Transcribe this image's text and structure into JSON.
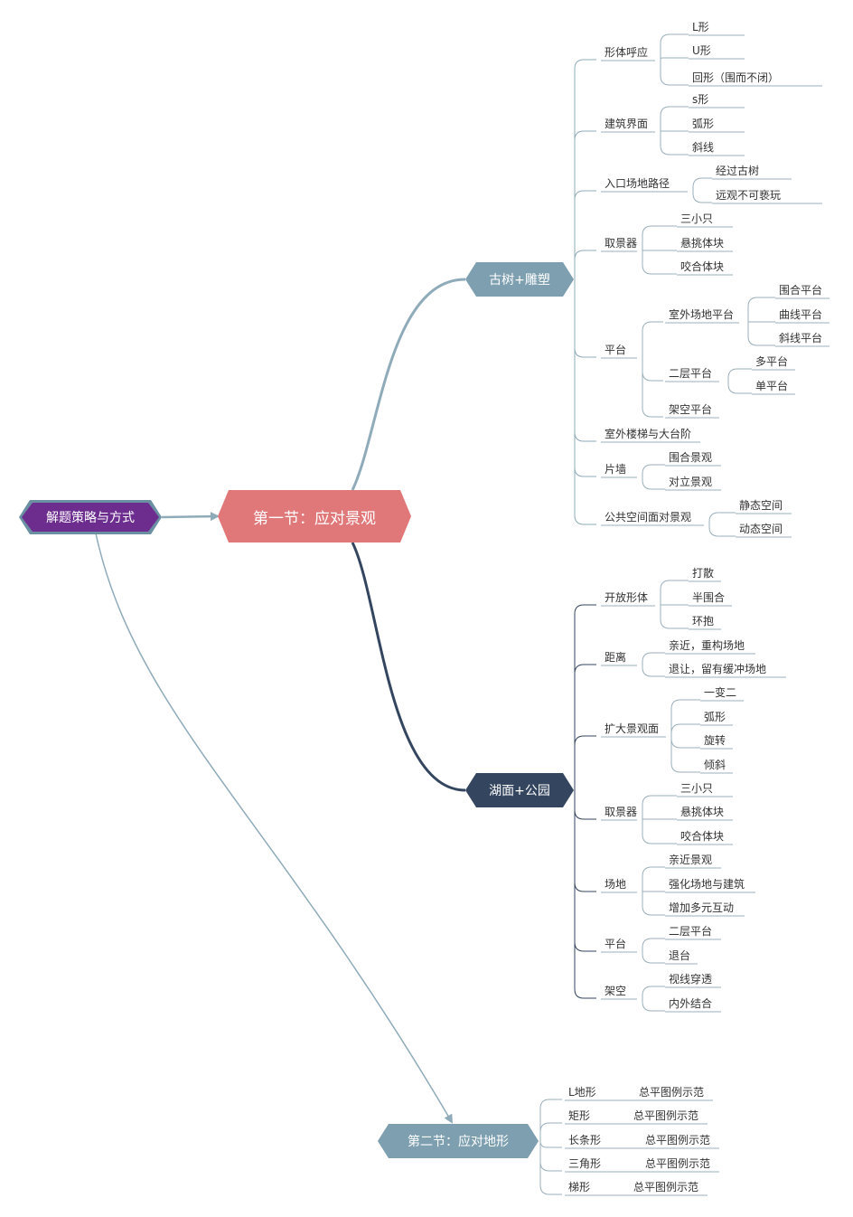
{
  "root": {
    "label": "解题策略与方式"
  },
  "section1": {
    "label": "第一节：应对景观",
    "branches": [
      {
        "label": "古树+雕塑",
        "items": [
          {
            "label": "形体呼应",
            "children": [
              {
                "label": "L形"
              },
              {
                "label": "U形"
              },
              {
                "label": "回形（围而不闭）"
              }
            ]
          },
          {
            "label": "建筑界面",
            "children": [
              {
                "label": "s形"
              },
              {
                "label": "弧形"
              },
              {
                "label": "斜线"
              }
            ]
          },
          {
            "label": "入口场地路径",
            "children": [
              {
                "label": "经过古树"
              },
              {
                "label": "远观不可亵玩"
              }
            ]
          },
          {
            "label": "取景器",
            "children": [
              {
                "label": "三小只"
              },
              {
                "label": "悬挑体块"
              },
              {
                "label": "咬合体块"
              }
            ]
          },
          {
            "label": "平台",
            "children": [
              {
                "label": "室外场地平台",
                "children": [
                  {
                    "label": "围合平台"
                  },
                  {
                    "label": "曲线平台"
                  },
                  {
                    "label": "斜线平台"
                  }
                ]
              },
              {
                "label": "二层平台",
                "children": [
                  {
                    "label": "多平台"
                  },
                  {
                    "label": "单平台"
                  }
                ]
              },
              {
                "label": "架空平台"
              }
            ]
          },
          {
            "label": "室外楼梯与大台阶"
          },
          {
            "label": "片墙",
            "children": [
              {
                "label": "围合景观"
              },
              {
                "label": "对立景观"
              }
            ]
          },
          {
            "label": "公共空间面对景观",
            "children": [
              {
                "label": "静态空间"
              },
              {
                "label": "动态空间"
              }
            ]
          }
        ]
      },
      {
        "label": "湖面+公园",
        "items": [
          {
            "label": "开放形体",
            "children": [
              {
                "label": "打散"
              },
              {
                "label": "半围合"
              },
              {
                "label": "环抱"
              }
            ]
          },
          {
            "label": "距离",
            "children": [
              {
                "label": "亲近，重构场地"
              },
              {
                "label": "退让，留有缓冲场地"
              }
            ]
          },
          {
            "label": "扩大景观面",
            "children": [
              {
                "label": "一变二"
              },
              {
                "label": "弧形"
              },
              {
                "label": "旋转"
              },
              {
                "label": "倾斜"
              }
            ]
          },
          {
            "label": "取景器",
            "children": [
              {
                "label": "三小只"
              },
              {
                "label": "悬挑体块"
              },
              {
                "label": "咬合体块"
              }
            ]
          },
          {
            "label": "场地",
            "children": [
              {
                "label": "亲近景观"
              },
              {
                "label": "强化场地与建筑"
              },
              {
                "label": "增加多元互动"
              }
            ]
          },
          {
            "label": "平台",
            "children": [
              {
                "label": "二层平台"
              },
              {
                "label": "退台"
              }
            ]
          },
          {
            "label": "架空",
            "children": [
              {
                "label": "视线穿透"
              },
              {
                "label": "内外结合"
              }
            ]
          }
        ]
      }
    ]
  },
  "section2": {
    "label": "第二节：应对地形",
    "items": [
      {
        "label": "L地形",
        "children": [
          {
            "label": "总平图例示范"
          }
        ]
      },
      {
        "label": "矩形",
        "children": [
          {
            "label": "总平图例示范"
          }
        ]
      },
      {
        "label": "长条形",
        "children": [
          {
            "label": "总平图例示范"
          }
        ]
      },
      {
        "label": "三角形",
        "children": [
          {
            "label": "总平图例示范"
          }
        ]
      },
      {
        "label": "梯形",
        "children": [
          {
            "label": "总平图例示范"
          }
        ]
      }
    ]
  },
  "colors": {
    "root_fill": "#6c2d8f",
    "root_border": "#6b8fa3",
    "section1_fill": "#e0787a",
    "branch_light": "#7d9fb0",
    "branch_dark": "#34465f",
    "line_light": "#8fabb9",
    "line_dark": "#34465f",
    "leaf_line": "#9bb0bc"
  }
}
